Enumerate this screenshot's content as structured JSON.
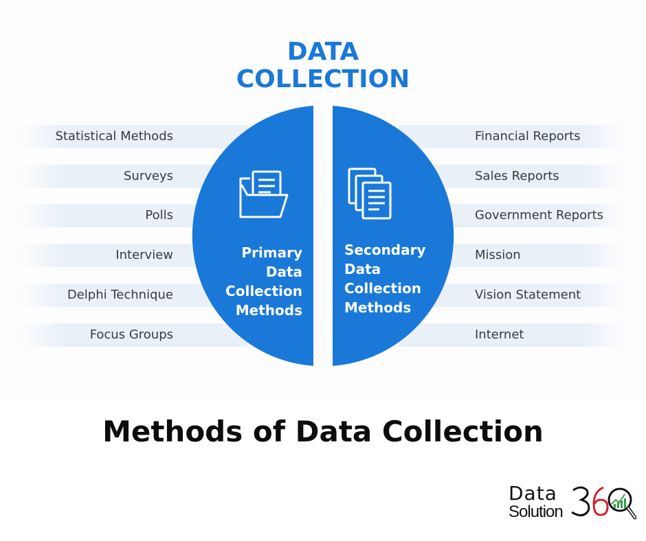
{
  "title": {
    "line1": "DATA",
    "line2": "COLLECTION"
  },
  "primary": {
    "label_lines": [
      "Primary",
      "Data",
      "Collection",
      "Methods"
    ],
    "items": [
      "Statistical Methods",
      "Surveys",
      "Polls",
      "Interview",
      "Delphi Technique",
      "Focus Groups"
    ]
  },
  "secondary": {
    "label_lines": [
      "Secondary",
      "Data",
      "Collection",
      "Methods"
    ],
    "items": [
      "Financial Reports",
      "Sales Reports",
      "Government Reports",
      "Mission",
      "Vision Statement",
      "Internet"
    ]
  },
  "caption": "Methods of Data Collection",
  "logo": {
    "word1": "Data",
    "word2": "Solution",
    "number": "360"
  },
  "colors": {
    "accent_blue": "#1a78d8",
    "band": "#eaf0f8",
    "logo_red": "#d2232a",
    "logo_green": "#2f9e44"
  },
  "icons": {
    "primary": "folder-documents-icon",
    "secondary": "stacked-documents-icon"
  }
}
